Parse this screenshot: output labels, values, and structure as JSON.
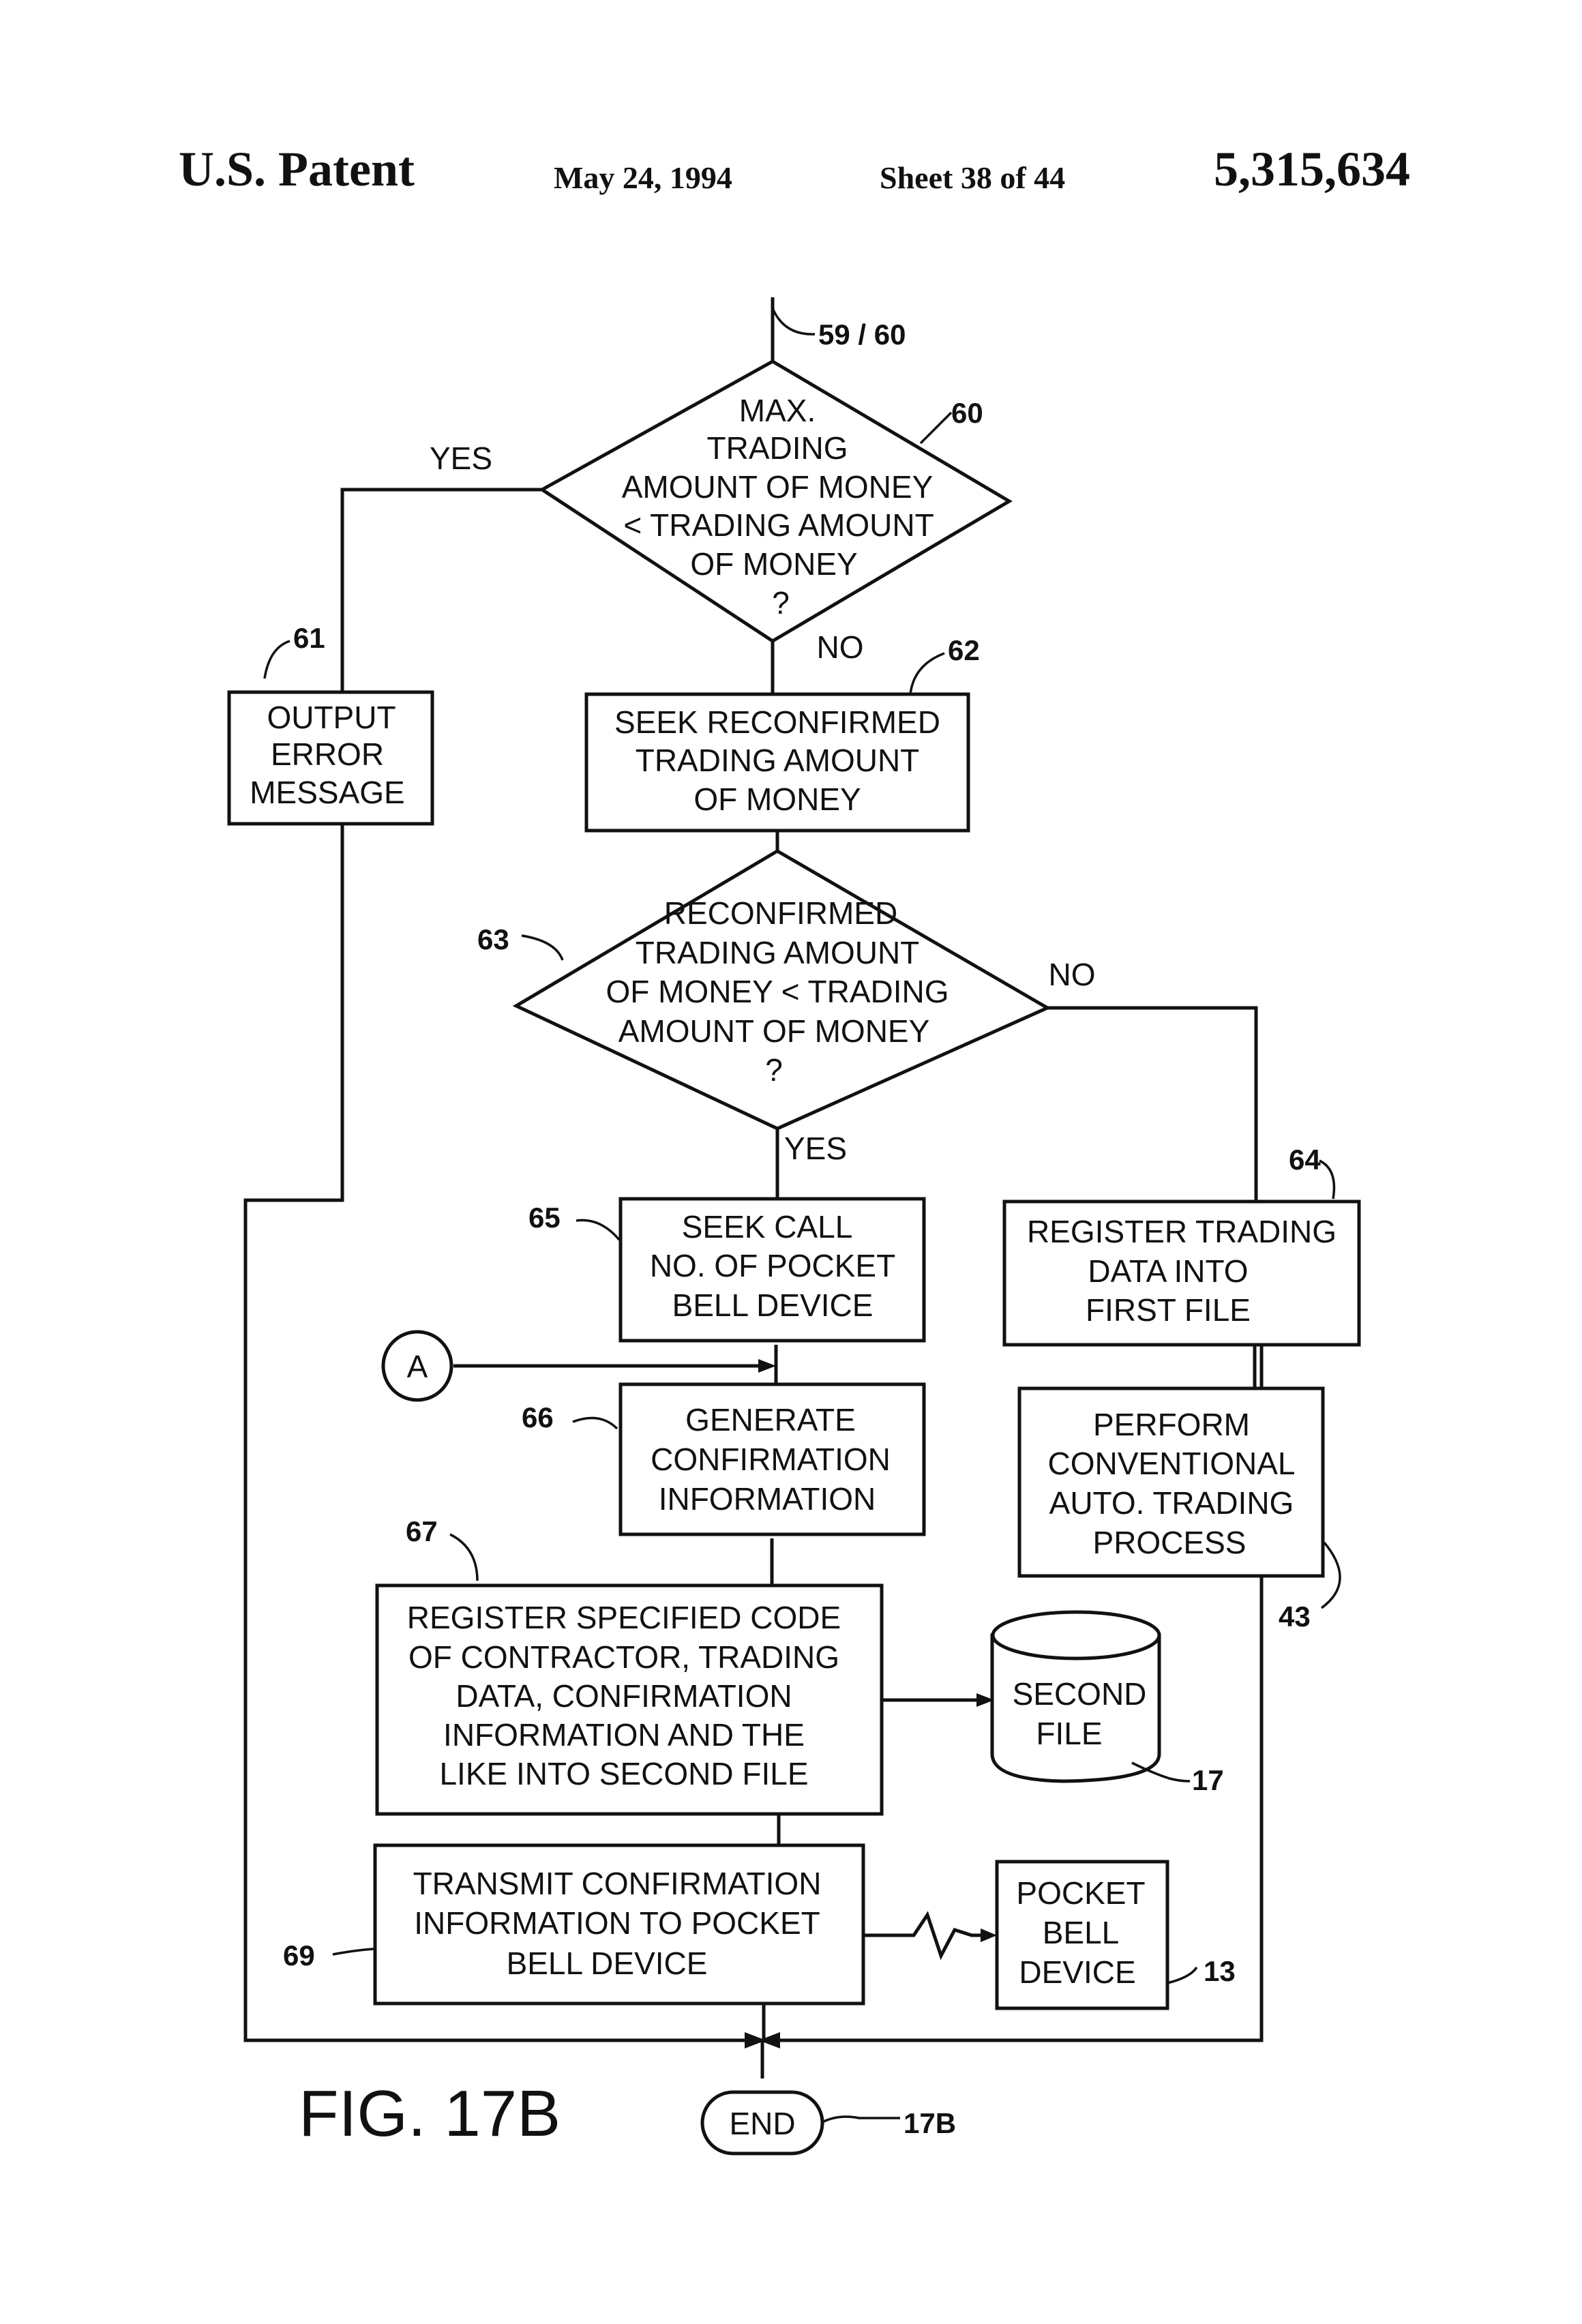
{
  "header": {
    "title": "U.S. Patent",
    "date": "May 24, 1994",
    "sheet": "Sheet 38 of 44",
    "patent_number": "5,315,634"
  },
  "entry_ref": "59 / 60",
  "d60": {
    "ref": "60",
    "lines": [
      "MAX.",
      "TRADING",
      "AMOUNT OF MONEY",
      "< TRADING AMOUNT",
      "OF MONEY",
      "?"
    ],
    "yes": "YES",
    "no": "NO"
  },
  "b61": {
    "ref": "61",
    "lines": [
      "OUTPUT",
      "ERROR",
      "MESSAGE"
    ]
  },
  "b62": {
    "ref": "62",
    "lines": [
      "SEEK RECONFIRMED",
      "TRADING AMOUNT",
      "OF MONEY"
    ]
  },
  "d63": {
    "ref": "63",
    "lines": [
      "RECONFIRMED",
      "TRADING AMOUNT",
      "OF MONEY < TRADING",
      "AMOUNT OF MONEY",
      "?"
    ],
    "yes": "YES",
    "no": "NO"
  },
  "b64": {
    "ref": "64",
    "lines": [
      "REGISTER TRADING",
      "DATA INTO",
      "FIRST FILE"
    ]
  },
  "b43": {
    "ref": "43",
    "lines": [
      "PERFORM",
      "CONVENTIONAL",
      "AUTO. TRADING",
      "PROCESS"
    ]
  },
  "b65": {
    "ref": "65",
    "lines": [
      "SEEK CALL",
      "NO. OF POCKET",
      "BELL DEVICE"
    ]
  },
  "connector_a": "A",
  "b66": {
    "ref": "66",
    "lines": [
      "GENERATE",
      "CONFIRMATION",
      "INFORMATION"
    ]
  },
  "b67": {
    "ref": "67",
    "lines": [
      "REGISTER SPECIFIED CODE",
      "OF CONTRACTOR, TRADING",
      "DATA, CONFIRMATION",
      "INFORMATION AND THE",
      "LIKE INTO SECOND FILE"
    ]
  },
  "file17": {
    "ref": "17",
    "lines": [
      "SECOND",
      "FILE"
    ]
  },
  "b69": {
    "ref": "69",
    "lines": [
      "TRANSMIT CONFIRMATION",
      "INFORMATION TO POCKET",
      "BELL DEVICE"
    ]
  },
  "dev13": {
    "ref": "13",
    "lines": [
      "POCKET",
      "BELL",
      "DEVICE"
    ]
  },
  "end": {
    "label": "END",
    "ref": "17B"
  },
  "figure_label": "FIG. 17B"
}
